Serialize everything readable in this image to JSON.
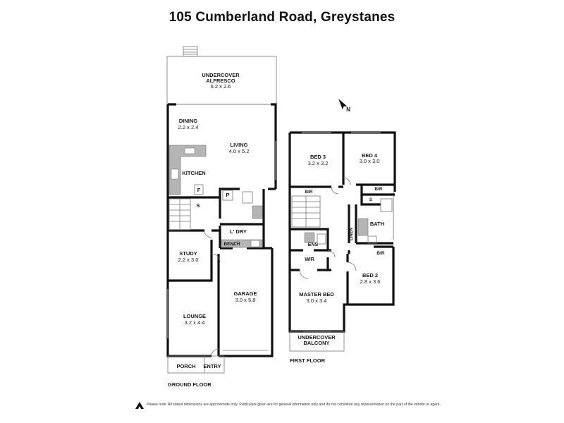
{
  "title": "105 Cumberland Road, Greystanes",
  "rooms": {
    "alfresco": {
      "name": "UNDERCOVER\nALFRESCO",
      "line1": "UNDERCOVER",
      "line2": "ALFRESCO",
      "size": "6.2 x 2.6"
    },
    "dining": {
      "name": "DINING",
      "size": "2.2 x 2.4"
    },
    "living": {
      "name": "LIVING",
      "size": "4.0 x 5.2"
    },
    "kitchen": {
      "name": "KITCHEN"
    },
    "fridge": {
      "name": "F"
    },
    "pantry": {
      "name": "P"
    },
    "storage_g": {
      "name": "S"
    },
    "laundry": {
      "name": "L' DRY"
    },
    "bench": {
      "name": "BENCH"
    },
    "study": {
      "name": "STUDY",
      "size": "2.2 x 3.0"
    },
    "garage": {
      "name": "GARAGE",
      "size": "3.0 x 5.8"
    },
    "lounge": {
      "name": "LOUNGE",
      "size": "3.2 x 4.4"
    },
    "porch": {
      "name": "PORCH"
    },
    "entry": {
      "name": "ENTRY"
    },
    "bed3": {
      "name": "BED 3",
      "size": "3.2 x 3.2"
    },
    "bed4": {
      "name": "BED 4",
      "size": "3.0 x 3.0"
    },
    "bir1": {
      "name": "BIR"
    },
    "bir2": {
      "name": "BIR"
    },
    "bir3": {
      "name": "BIR"
    },
    "storage_f": {
      "name": "S"
    },
    "bath": {
      "name": "BATH"
    },
    "linen": {
      "name": "LINEN"
    },
    "ens": {
      "name": "ENS"
    },
    "wir": {
      "name": "WIR"
    },
    "bed2": {
      "name": "BED 2",
      "size": "2.8 x 3.6"
    },
    "master": {
      "name": "MASTER BED",
      "size": "3.0 x 3.4"
    },
    "balcony": {
      "line1": "UNDERCOVER",
      "line2": "BALCONY"
    }
  },
  "floors": {
    "ground": "GROUND FLOOR",
    "first": "FIRST FLOOR"
  },
  "compass": {
    "label": "N"
  },
  "disclaimer": "Please note: All stated dimensions are approximate only. Particulars given are for general information only and do not constitute any representation on the part of the vendor or agent.",
  "colors": {
    "wall": "#111111",
    "kitchen_bench": "#b5b5b5"
  }
}
